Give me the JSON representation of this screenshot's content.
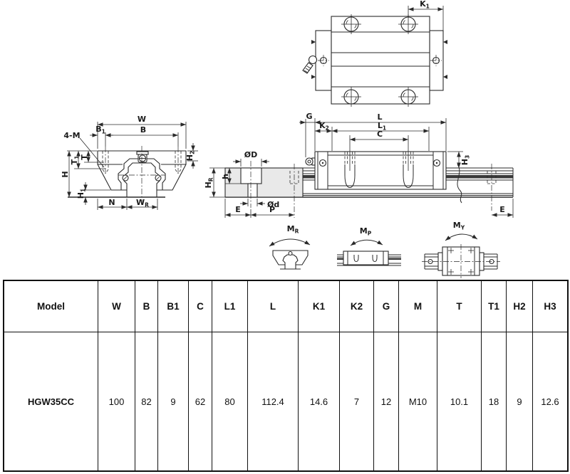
{
  "drawing": {
    "labels": {
      "k1": {
        "m": "K",
        "s": "1"
      },
      "w": {
        "m": "W"
      },
      "b": {
        "m": "B"
      },
      "b1": {
        "m": "B",
        "s": "1"
      },
      "four_m": {
        "m": "4-M"
      },
      "h2": {
        "m": "H",
        "s": "2"
      },
      "t": {
        "m": "T"
      },
      "t1": {
        "m": "T",
        "s": "1"
      },
      "h": {
        "m": "H"
      },
      "h1": {
        "m": "H",
        "s": "1"
      },
      "n": {
        "m": "N"
      },
      "wr": {
        "m": "W",
        "s": "R"
      },
      "g": {
        "m": "G"
      },
      "k2": {
        "m": "K",
        "s": "2"
      },
      "l": {
        "m": "L"
      },
      "l1": {
        "m": "L",
        "s": "1"
      },
      "c": {
        "m": "C"
      },
      "h3": {
        "m": "H",
        "s": "3"
      },
      "dia_D": {
        "m": "ØD"
      },
      "dia_d": {
        "m": "Ød"
      },
      "h_depth": {
        "m": "h"
      },
      "hr": {
        "m": "H",
        "s": "R"
      },
      "e": {
        "m": "E"
      },
      "p": {
        "m": "P"
      },
      "mr": {
        "m": "M",
        "s": "R"
      },
      "mp": {
        "m": "M",
        "s": "P"
      },
      "my": {
        "m": "M",
        "s": "Y"
      }
    },
    "colors": {
      "line": "#2a2a2a",
      "rail_section_fill": "#e9e9e9",
      "rail_groove_band": "#3a3a3a",
      "table_border": "#111111",
      "text": "#111111"
    }
  },
  "table": {
    "headers": [
      "Model",
      "W",
      "B",
      "B1",
      "C",
      "L1",
      "L",
      "K1",
      "K2",
      "G",
      "M",
      "T",
      "T1",
      "H2",
      "H3"
    ],
    "row": [
      "HGW35CC",
      "100",
      "82",
      "9",
      "62",
      "80",
      "112.4",
      "14.6",
      "7",
      "12",
      "M10",
      "10.1",
      "18",
      "9",
      "12.6"
    ]
  }
}
